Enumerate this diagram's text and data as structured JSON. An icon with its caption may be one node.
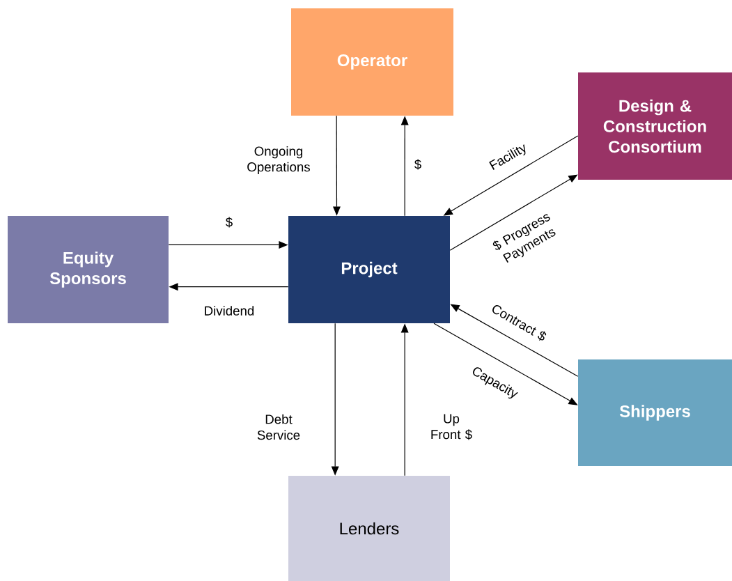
{
  "diagram": {
    "nodes": [
      {
        "text": [
          "Operator"
        ]
      },
      {
        "text": [
          "Design & Construction Consortium"
        ]
      },
      {
        "text": [
          "Equity Sponsors"
        ]
      },
      {
        "text": [
          "Project"
        ]
      },
      {
        "text": [
          "Shippers"
        ]
      },
      {
        "text": [
          "Lenders"
        ]
      }
    ],
    "edges": [
      {
        "from": 0,
        "to": 3,
        "arrow": "to",
        "label": "Ongoing Operations"
      },
      {
        "from": 3,
        "to": 0,
        "arrow": "to",
        "label": "$"
      },
      {
        "from": 2,
        "to": 3,
        "arrow": "to",
        "label": "$"
      },
      {
        "from": 3,
        "to": 2,
        "arrow": "to",
        "label": "Dividend"
      },
      {
        "from": 1,
        "to": 3,
        "arrow": "to",
        "label": "Facility"
      },
      {
        "from": 3,
        "to": 1,
        "arrow": "to",
        "label": "$ Progress Payments"
      },
      {
        "from": 4,
        "to": 3,
        "arrow": "to",
        "label": "Contract $"
      },
      {
        "from": 3,
        "to": 4,
        "arrow": "to",
        "label": "Capacity"
      },
      {
        "from": 3,
        "to": 5,
        "arrow": "to",
        "label": "Debt Service"
      },
      {
        "from": 5,
        "to": 3,
        "arrow": "to",
        "label": "Up Front $"
      }
    ]
  }
}
